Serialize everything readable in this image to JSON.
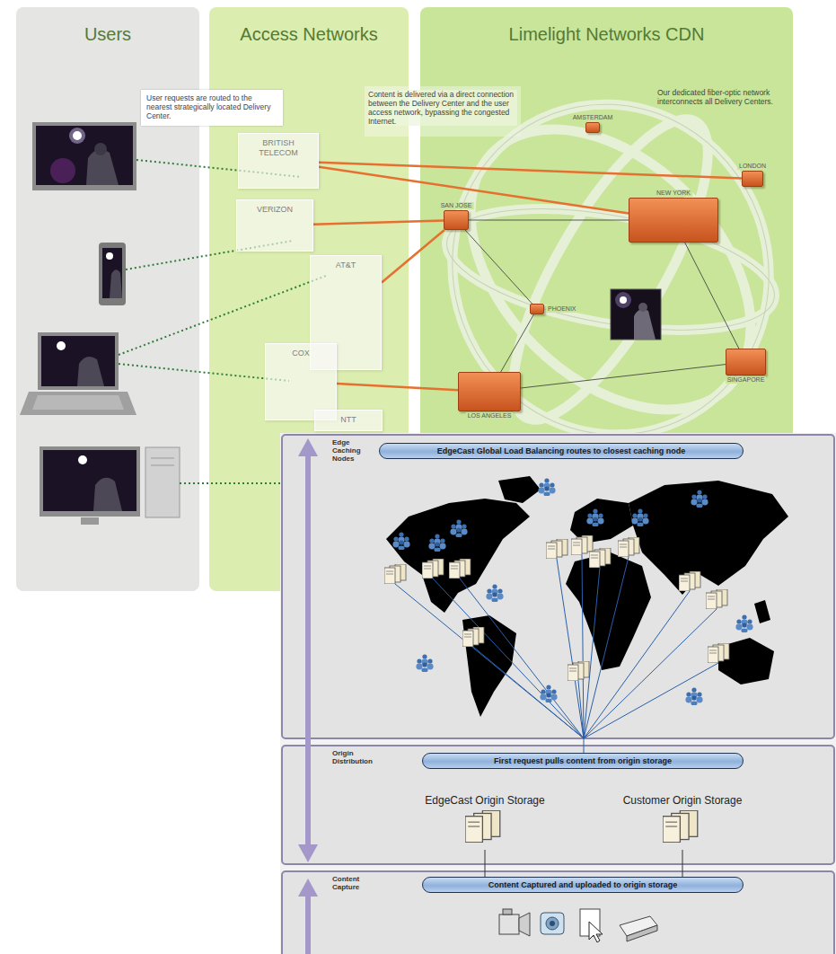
{
  "diagram": {
    "nodes": [
      {
        "text": [
          "Users"
        ]
      },
      {
        "text": [
          "User requests are routed to the nearest strategically located Delivery Center."
        ]
      },
      {
        "text": [
          "Access Networks"
        ]
      },
      {
        "text": [
          "BRITISH TELECOM"
        ],
        "in": 2
      },
      {
        "text": [
          "VERIZON"
        ],
        "in": 2
      },
      {
        "text": [
          "AT&T"
        ],
        "in": 2
      },
      {
        "text": [
          "COX"
        ],
        "in": 2
      },
      {
        "text": [
          "NTT"
        ],
        "in": 2
      },
      {
        "text": [
          "Limelight Networks CDN"
        ]
      },
      {
        "text": [
          "AMSTERDAM"
        ],
        "in": 8
      },
      {
        "text": [
          "LONDON"
        ],
        "in": 8
      },
      {
        "text": [
          "SAN JOSE"
        ],
        "in": 8
      },
      {
        "text": [
          "NEW YORK"
        ],
        "in": 8
      },
      {
        "text": [
          "PHOENIX"
        ],
        "in": 8
      },
      {
        "text": [
          "SINGAPORE"
        ],
        "in": 8
      },
      {
        "text": [
          "LOS ANGELES"
        ],
        "in": 8
      },
      {
        "text": [
          "Edge Caching Nodes"
        ]
      },
      {
        "text": [
          "EdgeCast Global Load Balancing routes to closest caching node"
        ],
        "in": 16
      },
      {
        "text": [
          "Origin Distribution"
        ]
      },
      {
        "text": [
          "First request pulls content from origin storage"
        ],
        "in": 18
      },
      {
        "text": [
          "EdgeCast Origin Storage"
        ],
        "in": 18
      },
      {
        "text": [
          "Customer Origin Storage"
        ],
        "in": 18
      },
      {
        "text": [
          "Content Capture"
        ]
      },
      {
        "text": [
          "Content Captured and uploaded to origin storage"
        ],
        "in": 22
      }
    ],
    "edges": [
      {
        "from": 3,
        "to": 10,
        "arrow": "none"
      },
      {
        "from": 3,
        "to": 12,
        "arrow": "none"
      },
      {
        "from": 4,
        "to": 11,
        "arrow": "none"
      },
      {
        "from": 5,
        "to": 11,
        "arrow": "none"
      },
      {
        "from": 6,
        "to": 15,
        "arrow": "none"
      },
      {
        "from": 11,
        "to": 12,
        "arrow": "none"
      },
      {
        "from": 11,
        "to": 13,
        "arrow": "none"
      },
      {
        "from": 13,
        "to": 15,
        "arrow": "none"
      },
      {
        "from": 12,
        "to": 14,
        "arrow": "none"
      },
      {
        "from": 15,
        "to": 14,
        "arrow": "none"
      },
      {
        "from": 20,
        "to": 23,
        "arrow": "none"
      },
      {
        "from": 21,
        "to": 23,
        "arrow": "none"
      }
    ],
    "labels": [
      "Content is delivered via a direct connection between the Delivery Center and the user access network, bypassing the congested Internet.",
      "Our dedicated fiber-optic network interconnects all Delivery Centers."
    ]
  }
}
